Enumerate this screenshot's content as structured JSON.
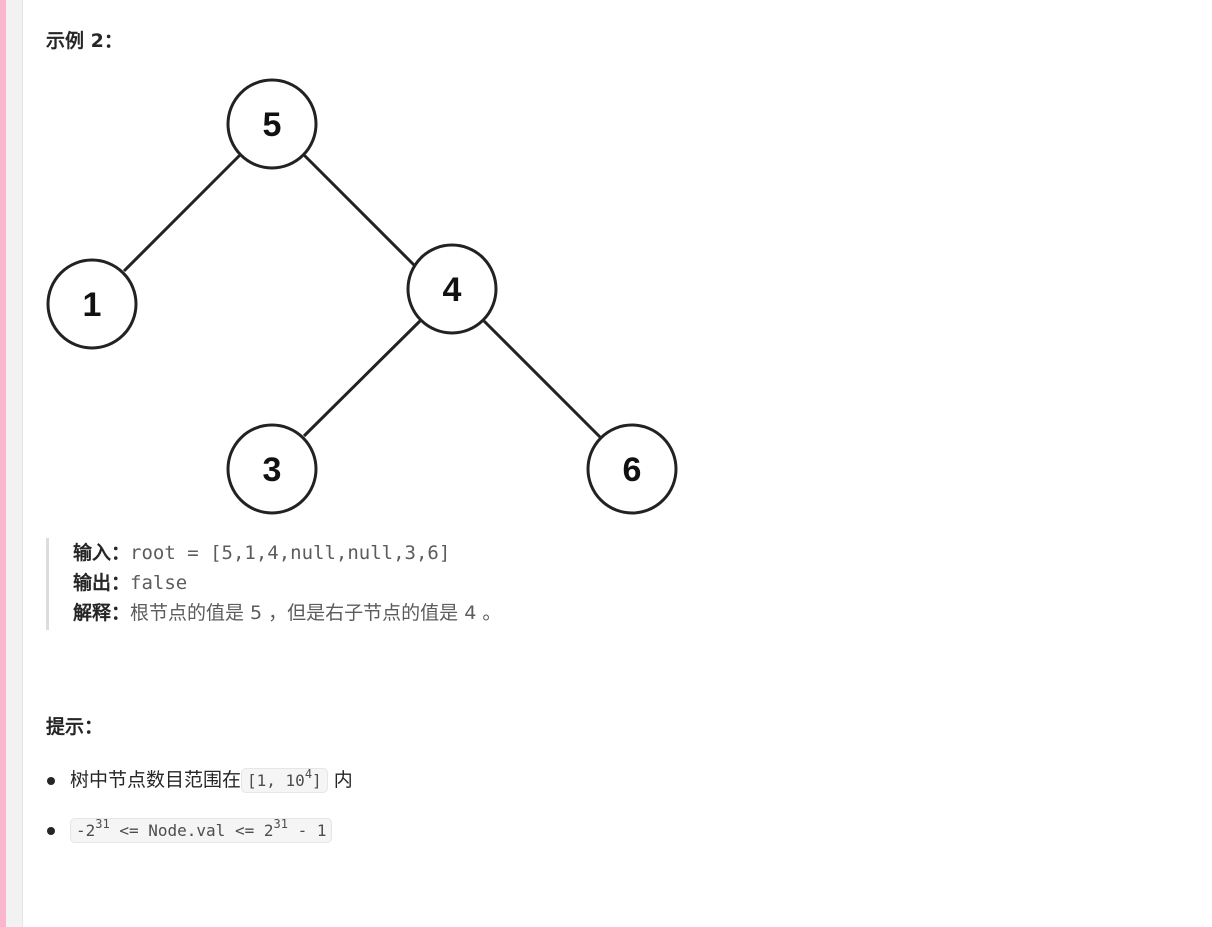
{
  "example": {
    "title": "示例 2："
  },
  "tree": {
    "nodes": [
      {
        "id": "root",
        "label": "5"
      },
      {
        "id": "left",
        "label": "1"
      },
      {
        "id": "right",
        "label": "4"
      },
      {
        "id": "right-left",
        "label": "3"
      },
      {
        "id": "right-right",
        "label": "6"
      }
    ],
    "edges": [
      [
        "root",
        "left"
      ],
      [
        "root",
        "right"
      ],
      [
        "right",
        "right-left"
      ],
      [
        "right",
        "right-right"
      ]
    ]
  },
  "io": {
    "input_label": "输入：",
    "input_value": "root = [5,1,4,null,null,3,6]",
    "output_label": "输出：",
    "output_value": "false",
    "explain_label": "解释：",
    "explain_text": "根节点的值是 5 ，但是右子节点的值是 4 。"
  },
  "hints": {
    "title": "提示：",
    "items": [
      {
        "prefix": "树中节点数目范围在",
        "code_main": "[1, 10",
        "code_sup": "4",
        "code_end": "]",
        "suffix": " 内"
      },
      {
        "prefix": "",
        "code_main": "-2",
        "code_sup": "31",
        "code_mid": " <= Node.val <= 2",
        "code_sup2": "31",
        "code_end": " - 1",
        "suffix": ""
      }
    ]
  }
}
